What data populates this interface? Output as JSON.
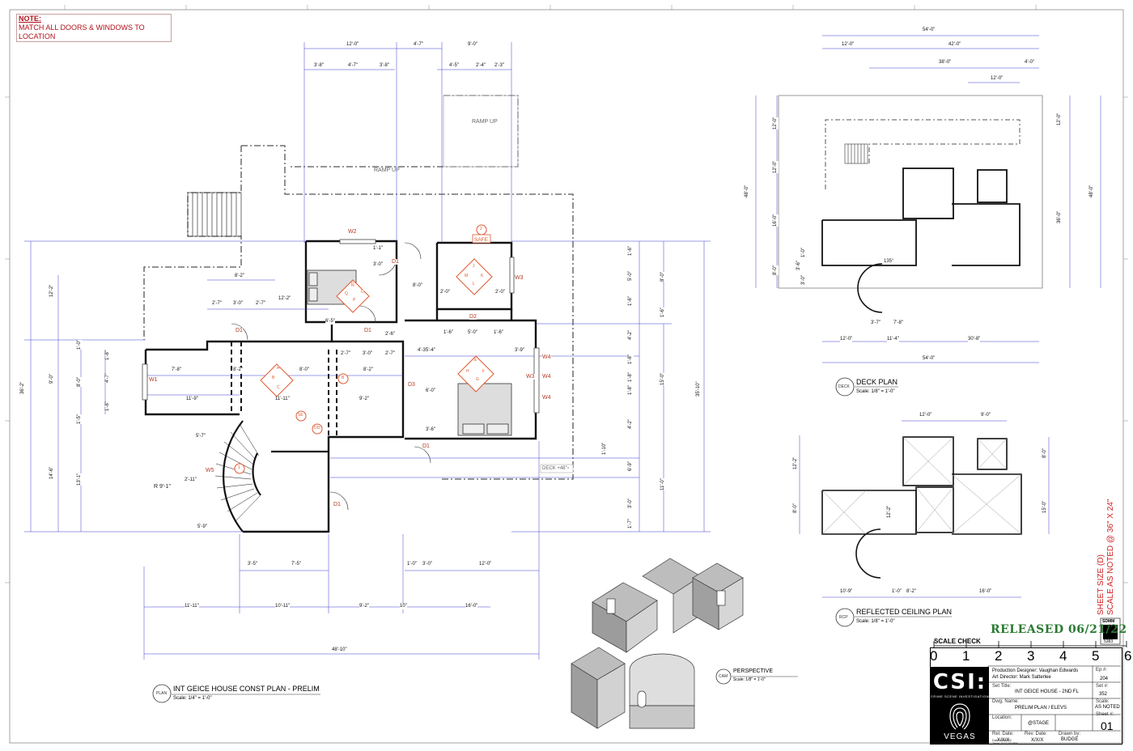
{
  "note": {
    "heading": "NOTE:",
    "text": "MATCH ALL DOORS & WINDOWS TO LOCATION"
  },
  "plans": {
    "main": {
      "tag": "PLAN",
      "title": "INT GEICE HOUSE CONST PLAN - PRELIM",
      "scale": "Scale: 1/4\" = 1'-0\""
    },
    "deck": {
      "tag": "DECK",
      "title": "DECK PLAN",
      "scale": "Scale: 1/8\" = 1'-0\""
    },
    "rcp": {
      "tag": "RCP",
      "title": "REFLECTED CEILING PLAN",
      "scale": "Scale: 1/8\" = 1'-0\""
    },
    "perspective": {
      "tag": "CAM",
      "title": "PERSPECTIVE",
      "scale": "Scale: 1/8\" = 1'-0\""
    }
  },
  "labels": {
    "ramp_up": "RAMP UP",
    "deck": "DECK +48\"",
    "safe": "SAFE",
    "radius": "R 9'-1\"",
    "angle": "135°"
  },
  "dims_main": {
    "top": [
      "12'-0\"",
      "4'-7\"",
      "9'-0\"",
      "3'-8\"",
      "4'-7\"",
      "3'-8\"",
      "4'-5\"",
      "2'-4\"",
      "2'-3\""
    ],
    "bottom": [
      "11'-11\"",
      "10'-11\"",
      "9'-2\"",
      "10\"",
      "16'-0\"",
      "48'-10\"",
      "3'-5\"",
      "7'-5\"",
      "1'-0\"",
      "3'-0\"",
      "12'-0\""
    ],
    "left": [
      "12'-2\"",
      "36'-2\"",
      "9'-0\"",
      "1'-0\"",
      "1'-8\"",
      "8'-0\"",
      "4'-7\"",
      "1'-8\"",
      "1'-5\"",
      "14'-6\"",
      "13'-1\""
    ],
    "right": [
      "1'-6\"",
      "5'-0\"",
      "1'-6\"",
      "8'-0\"",
      "1'-6\"",
      "4'-2\"",
      "1'-8\"",
      "1'-8\"",
      "1'-8\"",
      "15'-0\"",
      "35'-10\"",
      "4'-2\"",
      "1'-10\"",
      "6'-9\"",
      "11'-0\"",
      "3'-0\"",
      "1'-7\""
    ],
    "interior": [
      "8'-2\"",
      "2'-7\"",
      "3'-0\"",
      "2'-7\"",
      "7'-8\"",
      "8'-2\"",
      "8'-0\"",
      "11'-9\"",
      "11'-11\"",
      "8'-2\"",
      "2'-7\"",
      "3'-0\"",
      "2'-7\"",
      "9'-2\"",
      "6'-5\"",
      "3'-0\"",
      "1'-1\"",
      "2'-6\"",
      "8'-0\"",
      "12'-2\"",
      "2'-0\"",
      "2'-0\"",
      "5'-0\"",
      "1'-6\"",
      "1'-6\"",
      "4'-3\"",
      "3'-9\"",
      "5'-4\"",
      "6'-0\"",
      "3'-6\"",
      "2'-11\"",
      "5'-7\"",
      "5'-9\""
    ]
  },
  "dims_deck": {
    "top": [
      "54'-0\"",
      "12'-0\"",
      "42'-0\"",
      "38'-0\"",
      "4'-0\"",
      "12'-0\""
    ],
    "left": [
      "12'-0\"",
      "48'-0\"",
      "12'-0\"",
      "16'-0\"",
      "8'-0\"",
      "3'-6\"",
      "1'-0\"",
      "3'-0\""
    ],
    "right": [
      "12'-0\"",
      "48'-0\"",
      "36'-0\""
    ],
    "bottom": [
      "3'-7\"",
      "7'-8\"",
      "12'-0\"",
      "11'-4\"",
      "30'-8\"",
      "54'-0\""
    ]
  },
  "dims_rcp": {
    "top": [
      "12'-0\"",
      "9'-0\""
    ],
    "left": [
      "12'-2\"",
      "8'-0\""
    ],
    "right": [
      "8'-0\"",
      "15'-0\""
    ],
    "interior": [
      "12'-2\""
    ],
    "bottom": [
      "10'-9\"",
      "1'-0\"",
      "8'-2\"",
      "16'-0\""
    ]
  },
  "doors": [
    "D1",
    "D1",
    "D1",
    "D1",
    "D1",
    "D2",
    "D3"
  ],
  "windows": [
    "W1",
    "W2",
    "W3",
    "W3",
    "W4",
    "W4",
    "W4",
    "W5"
  ],
  "markers": [
    "2",
    "1",
    "A",
    "B",
    "C",
    "D",
    "E",
    "F",
    "G",
    "H",
    "J",
    "K",
    "L",
    "M",
    "N",
    "O",
    "P",
    "Q",
    "B",
    "SE",
    "DD"
  ],
  "released": "RELEASED 06/21/22",
  "sheet_note": [
    "SHEET SIZE (D)",
    "SCALE AS NOTED @ 36\" X 24\""
  ],
  "scale_check": {
    "label": "SCALE CHECK",
    "numbers": [
      "0",
      "1",
      "2",
      "3",
      "4",
      "5",
      "6"
    ]
  },
  "union": {
    "name": "SDMM",
    "number": "5383"
  },
  "title_block": {
    "logo": "CSI:",
    "logo_sub": "CRIME SCENE INVESTIGATION",
    "logo_city": "VEGAS",
    "designer": "Production Designer: Vaughan Edwards",
    "art_director": "Art Director: Mark Satterlee",
    "ep_label": "Ep #:",
    "ep": "204",
    "set_title_label": "Set Title:",
    "set_title": "INT GEICE HOUSE - 2ND FL",
    "set_label": "Set #:",
    "set": "352",
    "dwg_label": "Dwg. Name:",
    "dwg": "PRELIM PLAN / ELEVS",
    "scale_label": "Scale:",
    "scale": "AS NOTED",
    "location_label": "Location:",
    "location": "@STAGE",
    "sheet_label": "Sheet #:",
    "sheet": "01",
    "rel_label": "Rel. Date:",
    "rel": "X/X/X",
    "rev_label": "Rev. Date:",
    "rev": "X/X/X",
    "drawn_label": "Drawn by:",
    "drawn": "BUDGE",
    "date": "Date: 6/22/22",
    "time": "Time: 5:07:05 PM"
  }
}
